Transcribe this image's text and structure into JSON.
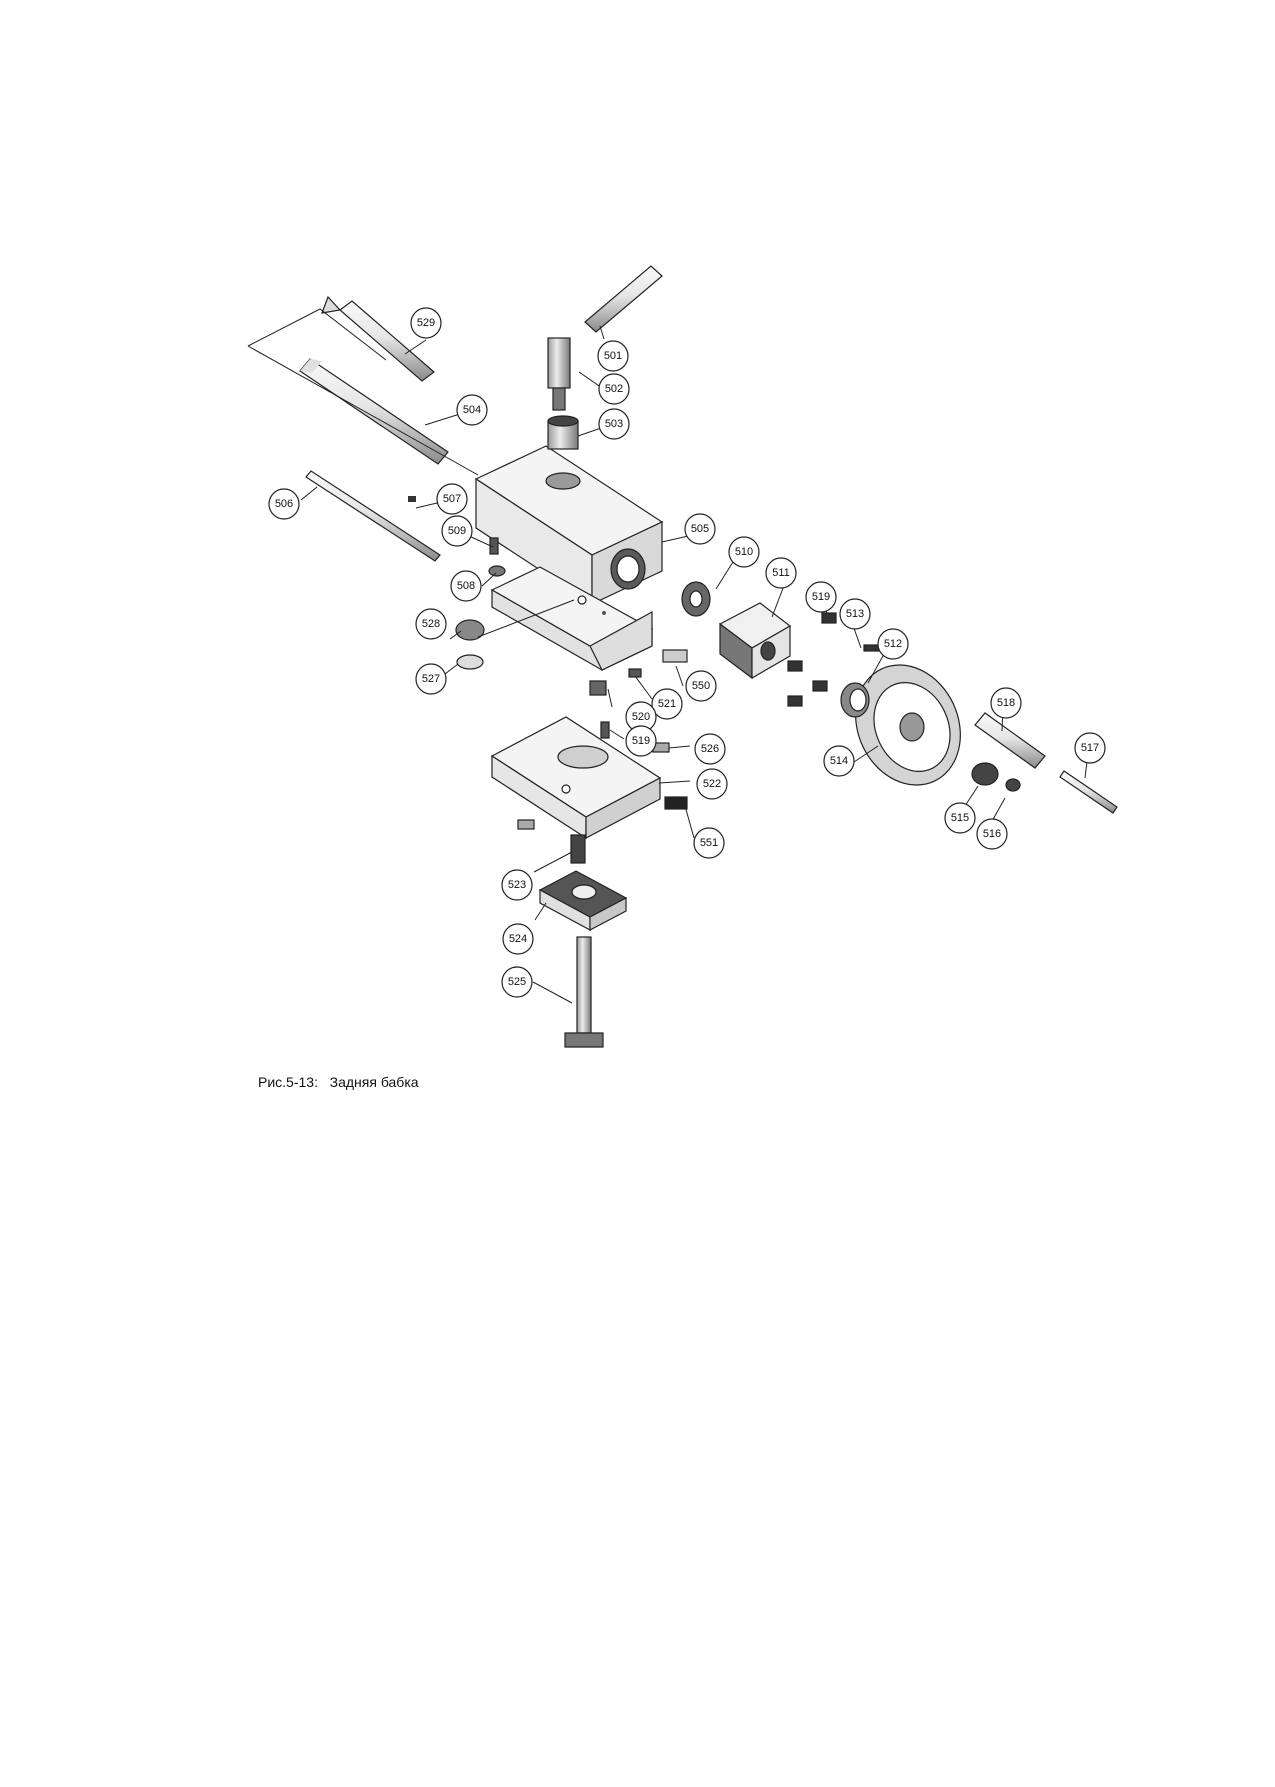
{
  "figure": {
    "caption": "Рис.5-13:   Задняя бабка"
  },
  "callouts": {
    "c501": "501",
    "c502": "502",
    "c503": "503",
    "c504": "504",
    "c505": "505",
    "c506": "506",
    "c507": "507",
    "c508": "508",
    "c509": "509",
    "c510": "510",
    "c511": "511",
    "c512": "512",
    "c513": "513",
    "c514": "514",
    "c515": "515",
    "c516": "516",
    "c517": "517",
    "c518": "518",
    "c519a": "519",
    "c519b": "519",
    "c520": "520",
    "c521": "521",
    "c522": "522",
    "c523": "523",
    "c524": "524",
    "c525": "525",
    "c526": "526",
    "c527": "527",
    "c528": "528",
    "c529": "529",
    "c550": "550",
    "c551": "551"
  },
  "colors": {
    "metal_light": "#f2f2f2",
    "metal_mid": "#c8c8c8",
    "metal_dark": "#7a7a7a",
    "metal_black": "#333333",
    "line": "#222222"
  }
}
